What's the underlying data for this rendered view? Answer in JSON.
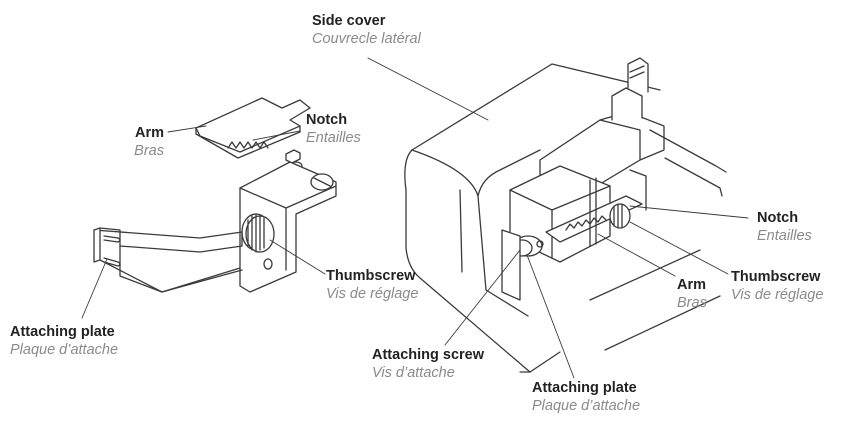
{
  "colors": {
    "ink": "#3a3a3a",
    "label": "#222222",
    "label_fr": "#8a8a8a",
    "background": "#ffffff"
  },
  "left_figure": {
    "arm": {
      "en": "Arm",
      "fr": "Bras"
    },
    "notch": {
      "en": "Notch",
      "fr": "Entailles"
    },
    "thumbscrew": {
      "en": "Thumbscrew",
      "fr": "Vis de réglage"
    },
    "attaching_plate": {
      "en": "Attaching plate",
      "fr": "Plaque d’attache"
    }
  },
  "right_figure": {
    "side_cover": {
      "en": "Side cover",
      "fr": "Couvrecle latéral"
    },
    "notch": {
      "en": "Notch",
      "fr": "Entailles"
    },
    "thumbscrew": {
      "en": "Thumbscrew",
      "fr": "Vis de réglage"
    },
    "arm": {
      "en": "Arm",
      "fr": "Bras"
    },
    "attaching_screw": {
      "en": "Attaching screw",
      "fr": "Vis d’attache"
    },
    "attaching_plate": {
      "en": "Attaching plate",
      "fr": "Plaque d’attache"
    }
  }
}
